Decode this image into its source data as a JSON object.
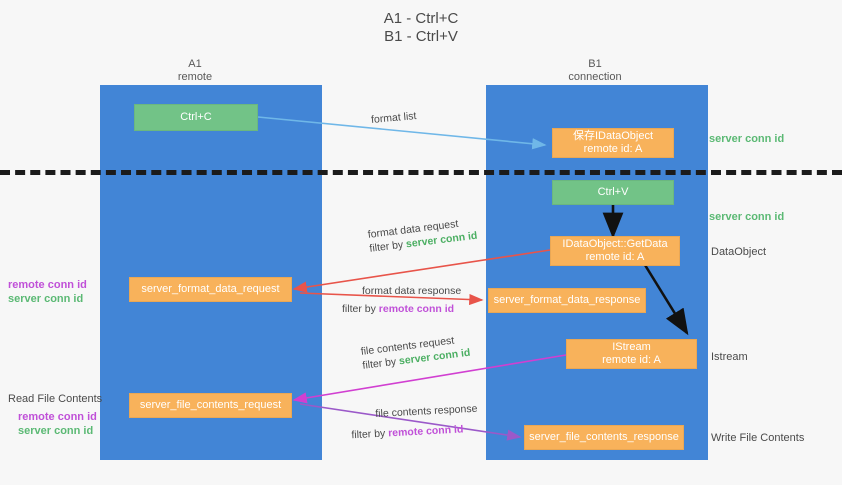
{
  "title": {
    "line1": "A1 - Ctrl+C",
    "line2": "B1 - Ctrl+V"
  },
  "columns": [
    {
      "name": "A1",
      "sub": "remote"
    },
    {
      "name": "B1",
      "sub": "connection"
    }
  ],
  "nodes": {
    "ctrl_c": "Ctrl+C",
    "save_idataobject_l1": "保存IDataObject",
    "save_idataobject_l2": "remote id: A",
    "ctrl_v": "Ctrl+V",
    "getdata_l1": "IDataObject::GetData",
    "getdata_l2": "remote id: A",
    "server_format_data_request": "server_format_data_request",
    "server_format_data_response": "server_format_data_response",
    "istream_l1": "IStream",
    "istream_l2": "remote id: A",
    "server_file_contents_request": "server_file_contents_request",
    "server_file_contents_response": "server_file_contents_response"
  },
  "edges": {
    "format_list": "format list",
    "format_data_request": "format data request",
    "format_data_response": "format data response",
    "file_contents_request": "file contents request",
    "file_contents_response": "file contents response",
    "filter_by": "filter by",
    "server_conn_id": "server conn id",
    "remote_conn_id": "remote conn id"
  },
  "side_labels": {
    "left_remote_conn_id": "remote conn id",
    "left_server_conn_id": "server conn id",
    "read_file_contents": "Read File Contents",
    "left_remote_conn_id_2": "remote conn id",
    "left_server_conn_id_2": "server conn id",
    "right_server_conn_id_1": "server conn id",
    "right_server_conn_id_2": "server conn id",
    "right_dataobject": "DataObject",
    "right_istream": "Istream",
    "right_write_file_contents": "Write File Contents"
  },
  "colors": {
    "lane": "#4285d6",
    "green_node": "#72c387",
    "orange_node": "#f8b25b",
    "green_text": "#5bb974",
    "purple_text": "#c050d8",
    "arrow_blue": "#6fb7e8",
    "arrow_red": "#e8544a",
    "arrow_magenta": "#d13fd1",
    "arrow_purple": "#9b59c9",
    "arrow_black": "#111111"
  }
}
